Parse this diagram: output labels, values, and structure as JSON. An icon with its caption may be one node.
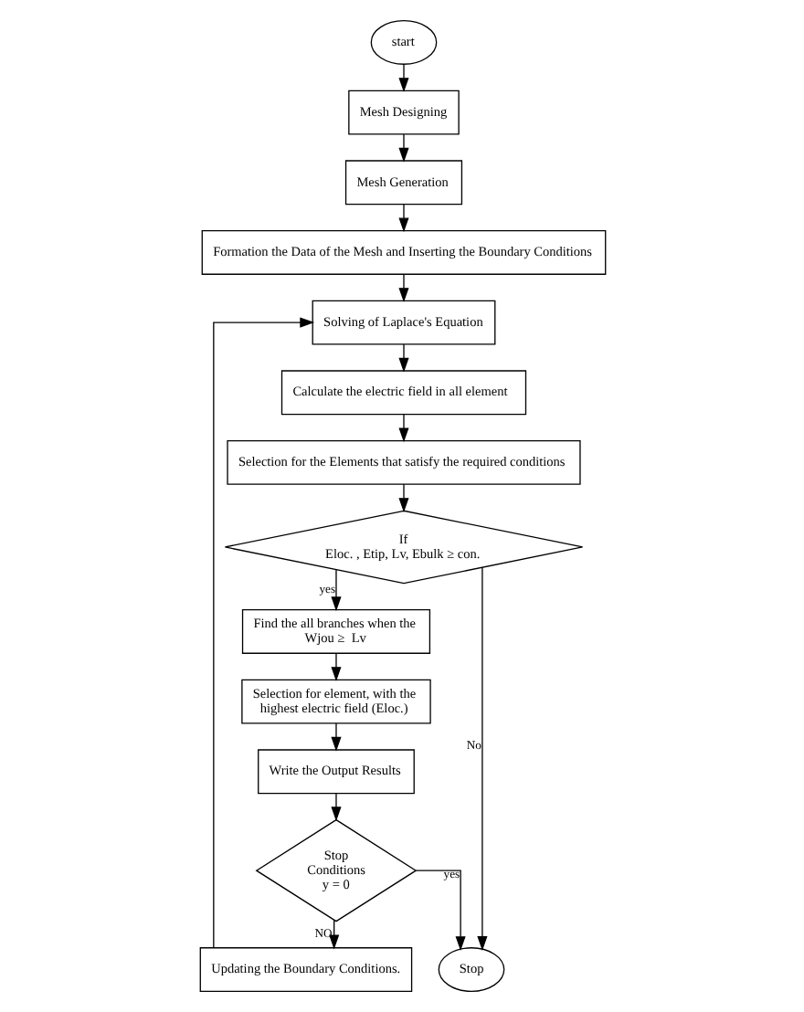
{
  "diagram": {
    "nodes": [
      {
        "text": [
          "start"
        ]
      },
      {
        "text": [
          "Mesh Designing"
        ]
      },
      {
        "text": [
          "Mesh Generation"
        ]
      },
      {
        "text": [
          "Formation the Data of the Mesh and Inserting the Boundary Conditions"
        ]
      },
      {
        "text": [
          "Solving of Laplace's Equation"
        ]
      },
      {
        "text": [
          "Calculate the electric field in all element"
        ]
      },
      {
        "text": [
          "Selection for the Elements that satisfy the required conditions"
        ]
      },
      {
        "text": [
          "If",
          "Eloc. , Etip, Lv, Ebulk ≥ con."
        ]
      },
      {
        "text": [
          "Find the all branches when the Wjou ≥  Lv"
        ]
      },
      {
        "text": [
          "Selection for element, with the highest electric field (Eloc.)"
        ]
      },
      {
        "text": [
          "Write the Output Results"
        ]
      },
      {
        "text": [
          "Stop Conditions y = 0"
        ]
      },
      {
        "text": [
          "Updating the Boundary Conditions."
        ]
      },
      {
        "text": [
          "Stop"
        ]
      }
    ],
    "edges": [
      {
        "from": 0,
        "to": 1,
        "arrow": "to"
      },
      {
        "from": 1,
        "to": 2,
        "arrow": "to"
      },
      {
        "from": 2,
        "to": 3,
        "arrow": "to"
      },
      {
        "from": 3,
        "to": 4,
        "arrow": "to"
      },
      {
        "from": 4,
        "to": 5,
        "arrow": "to"
      },
      {
        "from": 5,
        "to": 6,
        "arrow": "to"
      },
      {
        "from": 6,
        "to": 7,
        "arrow": "to"
      },
      {
        "from": 7,
        "to": 8,
        "arrow": "to",
        "label": "yes"
      },
      {
        "from": 8,
        "to": 9,
        "arrow": "to"
      },
      {
        "from": 9,
        "to": 10,
        "arrow": "to"
      },
      {
        "from": 10,
        "to": 11,
        "arrow": "to"
      },
      {
        "from": 11,
        "to": 12,
        "arrow": "to",
        "label": "NO"
      },
      {
        "from": 12,
        "to": 4,
        "arrow": "to"
      },
      {
        "from": 7,
        "to": 13,
        "arrow": "to",
        "label": "No"
      },
      {
        "from": 11,
        "to": 13,
        "arrow": "to",
        "label": "yes"
      }
    ]
  }
}
